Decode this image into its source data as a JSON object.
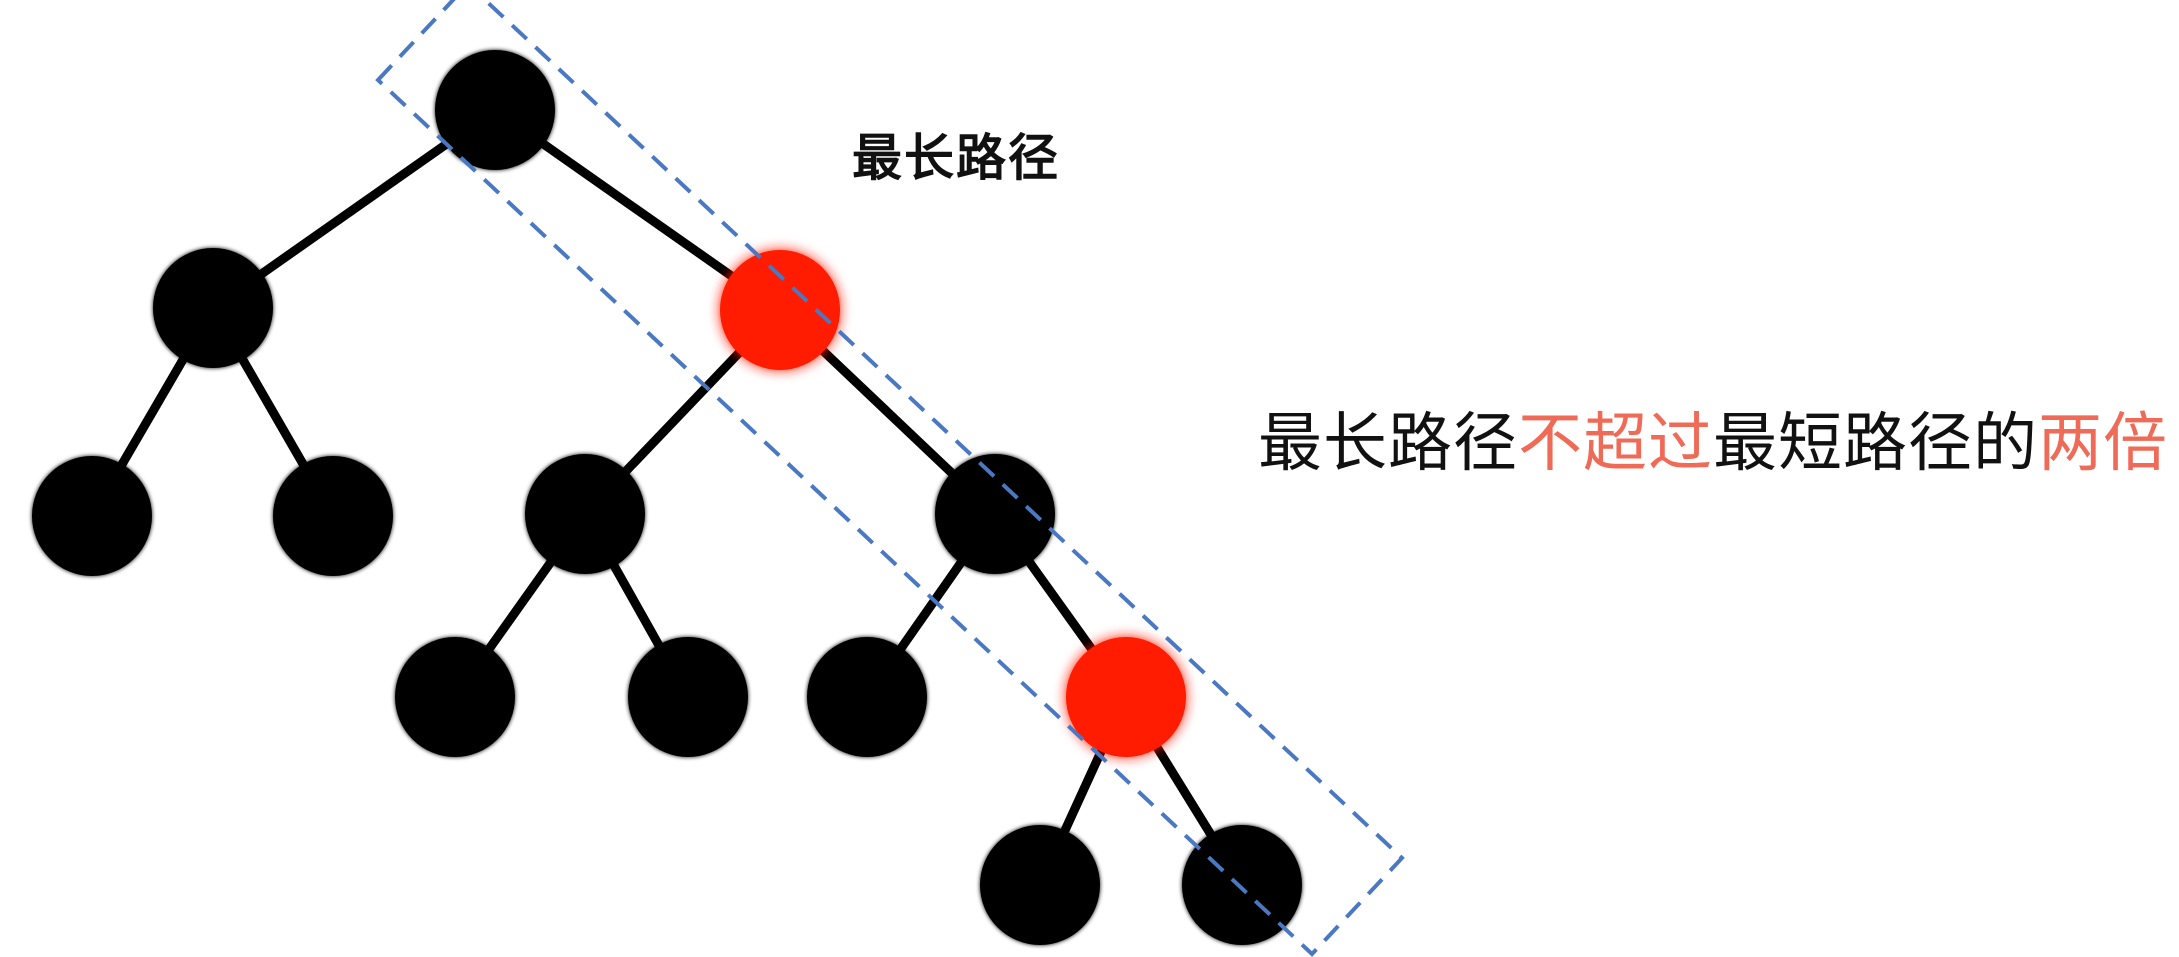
{
  "diagram": {
    "path_label": "最长路径",
    "statement": {
      "part1": "最长路径",
      "part2": "不超过",
      "part3": "最短路径的",
      "part4": "两倍"
    },
    "colors": {
      "black_node": "#000000",
      "red_node": "#ff1a00",
      "edge": "#000000",
      "highlight_box": "#4a78c2",
      "highlight_text": "#ef6a57",
      "text": "#111111"
    },
    "nodes": [
      {
        "id": "n1",
        "color": "black"
      },
      {
        "id": "n2",
        "color": "black"
      },
      {
        "id": "n3",
        "color": "red"
      },
      {
        "id": "n4",
        "color": "black"
      },
      {
        "id": "n5",
        "color": "black"
      },
      {
        "id": "n6",
        "color": "black"
      },
      {
        "id": "n7",
        "color": "black"
      },
      {
        "id": "n8",
        "color": "black"
      },
      {
        "id": "n9",
        "color": "black"
      },
      {
        "id": "n10",
        "color": "black"
      },
      {
        "id": "n11",
        "color": "red"
      },
      {
        "id": "n12",
        "color": "black"
      },
      {
        "id": "n13",
        "color": "black"
      }
    ],
    "edges": [
      [
        "n1",
        "n2"
      ],
      [
        "n1",
        "n3"
      ],
      [
        "n2",
        "n4"
      ],
      [
        "n2",
        "n5"
      ],
      [
        "n3",
        "n6"
      ],
      [
        "n3",
        "n7"
      ],
      [
        "n6",
        "n8"
      ],
      [
        "n6",
        "n9"
      ],
      [
        "n7",
        "n10"
      ],
      [
        "n7",
        "n11"
      ],
      [
        "n11",
        "n12"
      ],
      [
        "n11",
        "n13"
      ]
    ]
  }
}
